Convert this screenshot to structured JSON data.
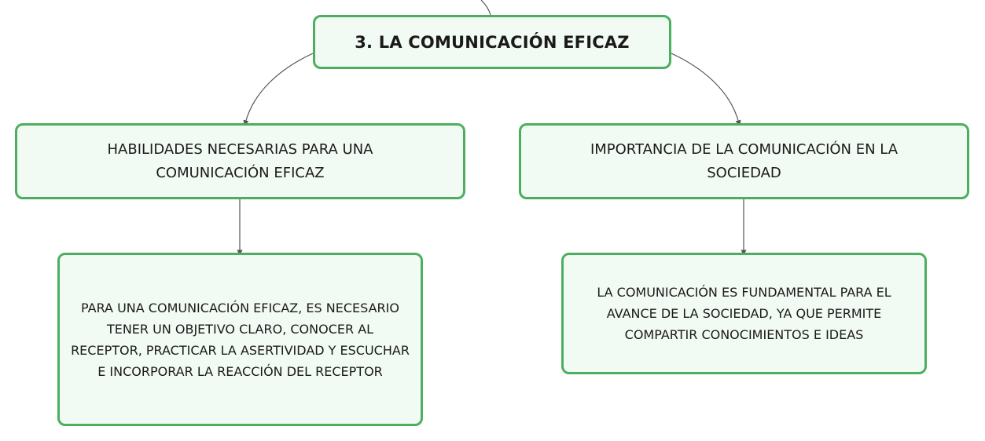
{
  "diagram": {
    "root": {
      "title": "3. LA COMUNICACIÓN EFICAZ"
    },
    "branches": [
      {
        "title": "HABILIDADES NECESARIAS PARA UNA COMUNICACIÓN EFICAZ",
        "detail": "PARA UNA COMUNICACIÓN EFICAZ, ES NECESARIO TENER UN OBJETIVO CLARO, CONOCER AL RECEPTOR, PRACTICAR LA ASERTIVIDAD Y ESCUCHAR E INCORPORAR LA REACCIÓN DEL RECEPTOR"
      },
      {
        "title": "IMPORTANCIA DE LA COMUNICACIÓN EN LA SOCIEDAD",
        "detail": "LA COMUNICACIÓN ES FUNDAMENTAL PARA EL AVANCE DE LA SOCIEDAD, YA QUE PERMITE COMPARTIR CONOCIMIENTOS E IDEAS"
      }
    ],
    "colors": {
      "node_border": "#4caf5f",
      "node_fill": "#f2faf4",
      "connector": "#555555",
      "text": "#1a1a1a"
    }
  }
}
